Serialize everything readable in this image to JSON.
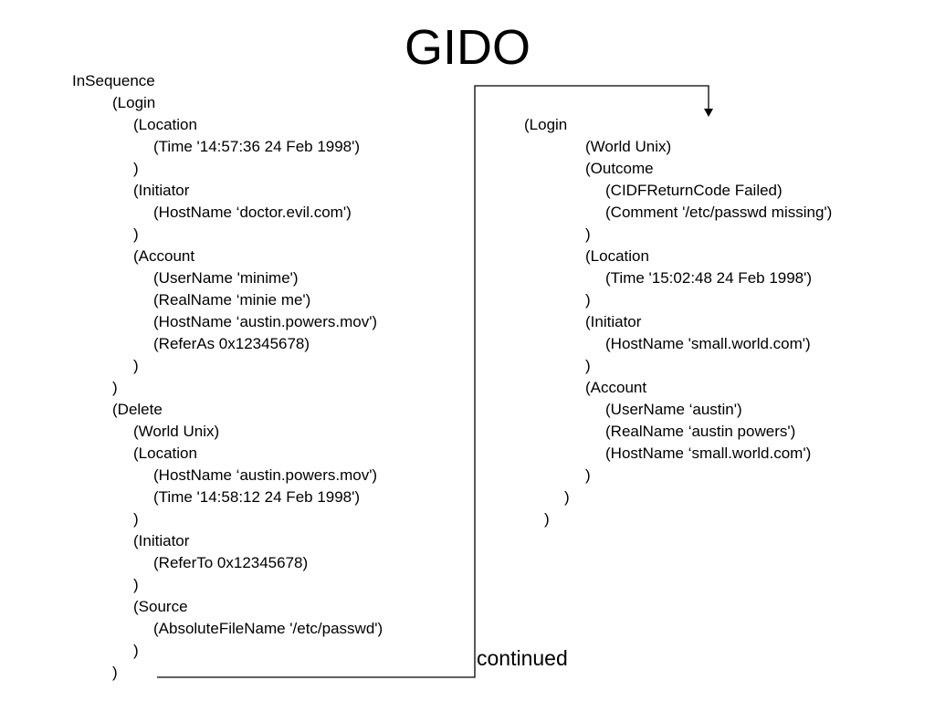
{
  "slide": {
    "title": "GIDO",
    "continued_label": "continued"
  },
  "left_column": {
    "lines": [
      {
        "indent": 0,
        "text": "InSequence"
      },
      {
        "indent": 1,
        "text": "(Login"
      },
      {
        "indent": 2,
        "text": "(Location"
      },
      {
        "indent": 3,
        "text": "(Time '14:57:36 24 Feb 1998')"
      },
      {
        "indent": 2,
        "text": ")"
      },
      {
        "indent": 2,
        "text": "(Initiator"
      },
      {
        "indent": 3,
        "text": "(HostName ‘doctor.evil.com')"
      },
      {
        "indent": 2,
        "text": ")"
      },
      {
        "indent": 2,
        "text": "(Account"
      },
      {
        "indent": 3,
        "text": "(UserName 'minime')"
      },
      {
        "indent": 3,
        "text": "(RealName ‘minie me')"
      },
      {
        "indent": 3,
        "text": "(HostName ‘austin.powers.mov')"
      },
      {
        "indent": 3,
        "text": "(ReferAs 0x12345678)"
      },
      {
        "indent": 2,
        "text": ")"
      },
      {
        "indent": 1,
        "text": ")"
      },
      {
        "indent": 1,
        "text": "(Delete"
      },
      {
        "indent": 2,
        "text": "(World Unix)"
      },
      {
        "indent": 2,
        "text": "(Location"
      },
      {
        "indent": 3,
        "text": "(HostName ‘austin.powers.mov')"
      },
      {
        "indent": 3,
        "text": "(Time '14:58:12 24 Feb 1998')"
      },
      {
        "indent": 2,
        "text": ")"
      },
      {
        "indent": 2,
        "text": "(Initiator"
      },
      {
        "indent": 3,
        "text": "(ReferTo 0x12345678)"
      },
      {
        "indent": 2,
        "text": ")"
      },
      {
        "indent": 2,
        "text": "(Source"
      },
      {
        "indent": 3,
        "text": "(AbsoluteFileName '/etc/passwd')"
      },
      {
        "indent": 2,
        "text": ")"
      },
      {
        "indent": 1,
        "text": ")"
      }
    ]
  },
  "right_column": {
    "lines": [
      {
        "indent": 0,
        "text": "(Login"
      },
      {
        "indent": 2,
        "text": "(World Unix)"
      },
      {
        "indent": 2,
        "text": "(Outcome"
      },
      {
        "indent": 3,
        "text": "(CIDFReturnCode Failed)"
      },
      {
        "indent": 3,
        "text": "(Comment '/etc/passwd missing')"
      },
      {
        "indent": 2,
        "text": ")"
      },
      {
        "indent": 2,
        "text": "(Location"
      },
      {
        "indent": 3,
        "text": "(Time '15:02:48 24 Feb 1998')"
      },
      {
        "indent": 2,
        "text": ")"
      },
      {
        "indent": 2,
        "text": "(Initiator"
      },
      {
        "indent": 3,
        "text": "(HostName 'small.world.com')"
      },
      {
        "indent": 2,
        "text": ")"
      },
      {
        "indent": 2,
        "text": "(Account"
      },
      {
        "indent": 3,
        "text": "(UserName ‘austin')"
      },
      {
        "indent": 3,
        "text": "(RealName ‘austin powers')"
      },
      {
        "indent": 3,
        "text": "(HostName ‘small.world.com')"
      },
      {
        "indent": 2,
        "text": ")"
      },
      {
        "indent": 1,
        "text": ")"
      },
      {
        "indent": 0.5,
        "text": ")"
      }
    ]
  }
}
